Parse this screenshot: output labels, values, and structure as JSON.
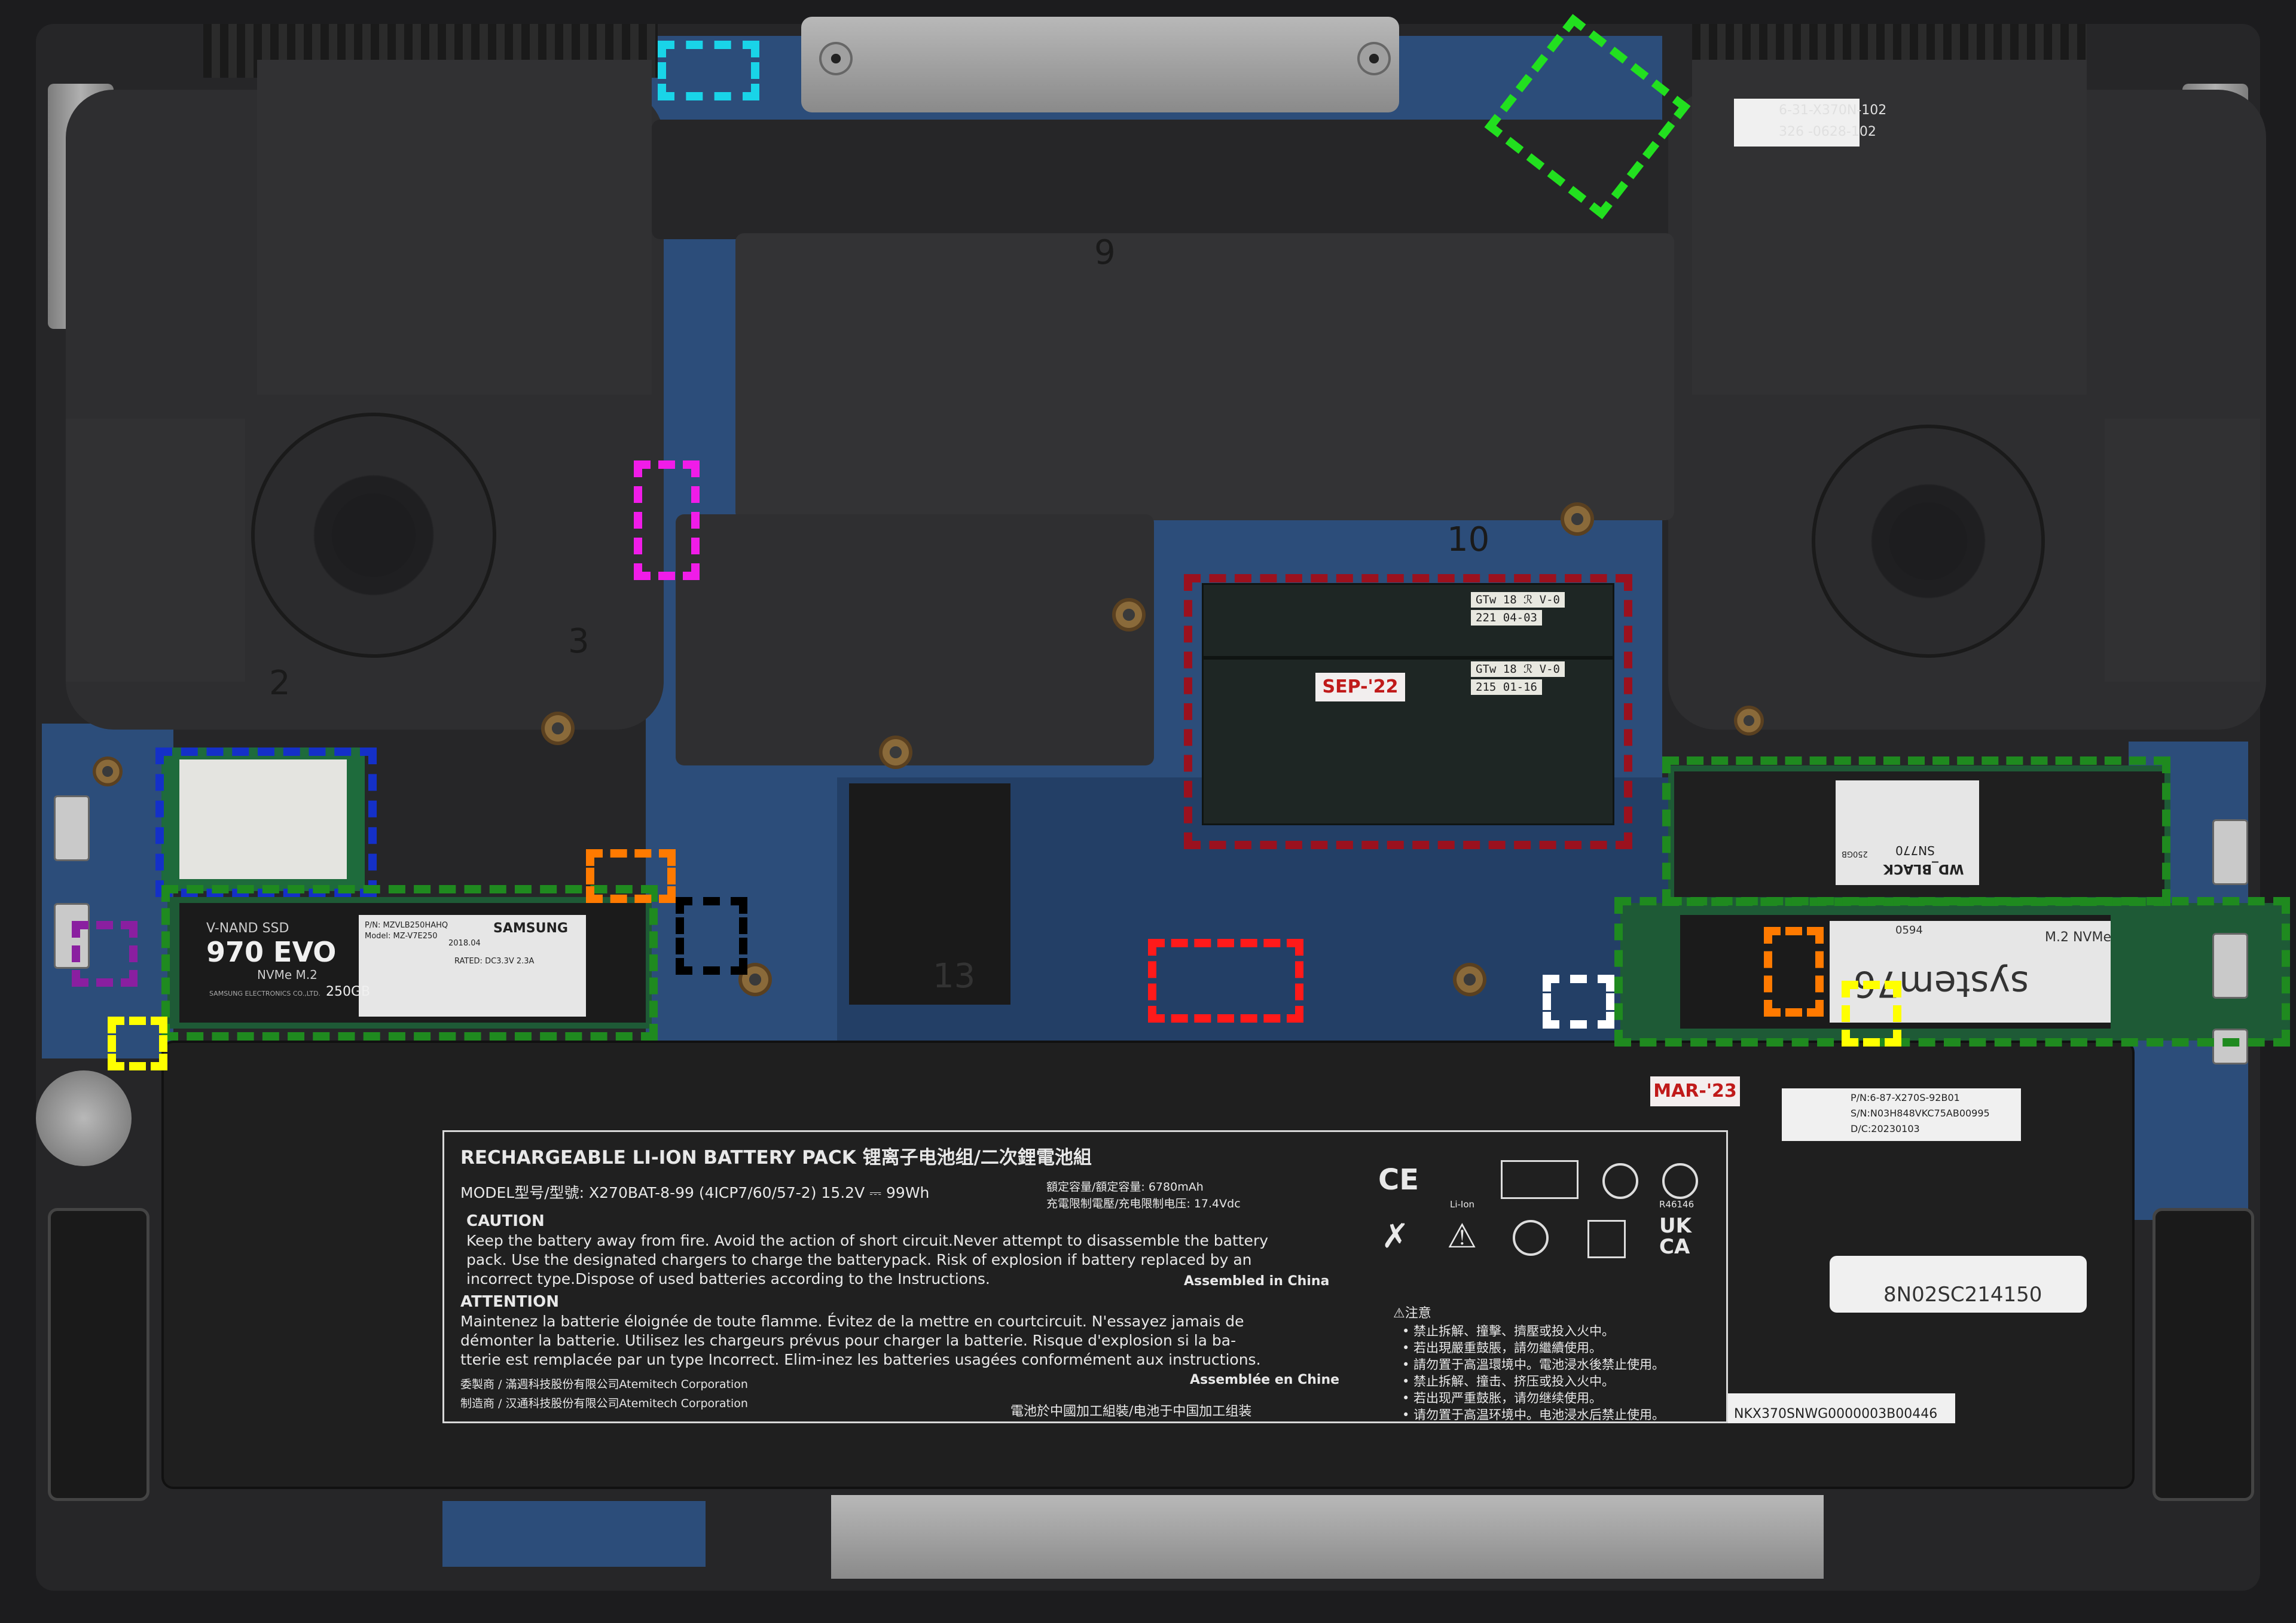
{
  "colors": {
    "memory_outline": "#9b111e",
    "ssd_outline": "#1f8a1f",
    "wifi_outline": "#1430c8",
    "highlight_cyan": "#19d4e8",
    "highlight_lime": "#22e01f",
    "highlight_magenta": "#f01ce8",
    "highlight_orange": "#ff7a00",
    "highlight_red": "#ff1a1a",
    "highlight_yellow": "#ffff00",
    "highlight_white": "#ffffff",
    "highlight_black": "#000000",
    "highlight_purple": "#8a1fa0"
  },
  "annotations": {
    "ram_date_tag": "SEP-'22",
    "battery_date_tag": "MAR-'23"
  },
  "ram": {
    "module_top_label": "GTw 18 ℛ V-0",
    "module_top_code": "221 04-03",
    "module_bottom_label": "GTw 18 ℛ V-0",
    "module_bottom_code": "215 01-16"
  },
  "ssd_left": {
    "series": "V-NAND SSD",
    "model": "970 EVO",
    "interface": "NVMe M.2",
    "brand": "SAMSUNG",
    "capacity": "250GB",
    "manufacturer_line": "SAMSUNG ELECTRONICS CO.,LTD.",
    "pn_line": "P/N: MZVLB250HAHQ",
    "model_line": "Model: MZ-V7E250",
    "date_line": "2018.04",
    "rated_line": "RATED: DC3.3V 2.3A"
  },
  "ssd_right_top": {
    "brand": "WD_BLACK",
    "model": "SN770",
    "capacity": "250GB"
  },
  "ssd_right_bottom": {
    "brand": "system76",
    "slot_label": "M.2 NVMe",
    "serial": "0594"
  },
  "qr_sticker_top": {
    "line1": "6-31-X370N-102",
    "line2": "326 -0628-102"
  },
  "serial_sticker": {
    "pn": "P/N:6-87-X270S-92B01",
    "sn": "S/N:N03H848VKC75AB00995",
    "dc": "D/C:20230103"
  },
  "barcode_sticker": "8N02SC214150",
  "model_barcode": "NKX370SNWG0000003B00446",
  "battery_polarity": {
    "plus": "⊕",
    "minus": "⊖"
  },
  "battery": {
    "title": "RECHARGEABLE LI-ION BATTERY PACK 锂离子电池组/二次鋰電池組",
    "model_line": "MODEL型号/型號: X270BAT-8-99  (4ICP7/60/57-2)  15.2V ⎓ 99Wh",
    "capacity_line": "額定容量/額定容量:  6780mAh",
    "voltage_line": "充電限制電壓/充电限制电压:  17.4Vdc",
    "caution_heading": "CAUTION",
    "caution_text_1": "Keep the battery away from fire. Avoid the action of short circuit.Never attempt to disassemble the  battery",
    "caution_text_2": "pack. Use the designated chargers to charge the batterypack. Risk of explosion if battery replaced by an",
    "caution_text_3": "incorrect type.Dispose of used batteries according to the Instructions.",
    "assembled_en": "Assembled in China",
    "attention_heading": "ATTENTION",
    "attention_text_1": "Maintenez la batterie éloignée de toute flamme. Évitez de la mettre en courtcircuit. N'essayez jamais de",
    "attention_text_2": "démonter la batterie. Utilisez les chargeurs prévus pour charger la batterie. Risque d'explosion si la ba-",
    "attention_text_3": "tterie est remplacée par un type Incorrect. Elim-inez les batteries usagées conformément aux instructions.",
    "assembled_fr": "Assemblée en Chine",
    "maker_1": "委製商 / 滿週科技股份有限公司Atemitech Corporation",
    "maker_2": "制造商 / 汉通科技股份有限公司Atemitech Corporation",
    "origin_line": "電池於中國加工組裝/电池于中国加工组装",
    "warning_heading": "⚠注意",
    "warning_1": "• 禁止拆解、撞擊、擠壓或投入火中。",
    "warning_2": "• 若出現嚴重鼓脹，請勿繼續使用。",
    "warning_3": "• 請勿置于高溫環境中。電池浸水後禁止使用。",
    "warning_4": "• 禁止拆解、撞击、挤压或投入火中。",
    "warning_5": "• 若出现严重鼓胀，请勿继续使用。",
    "warning_6": "• 请勿置于高温环境中。电池浸水后禁止使用。",
    "cert_ce": "CE",
    "cert_liion": "Li-Ion",
    "cert_r": "R46146",
    "cert_ukca_1": "UK",
    "cert_ukca_2": "CA"
  },
  "chassis_numerals": {
    "n9": "9",
    "n10": "10",
    "n2": "2",
    "n3": "3",
    "n13": "13"
  }
}
